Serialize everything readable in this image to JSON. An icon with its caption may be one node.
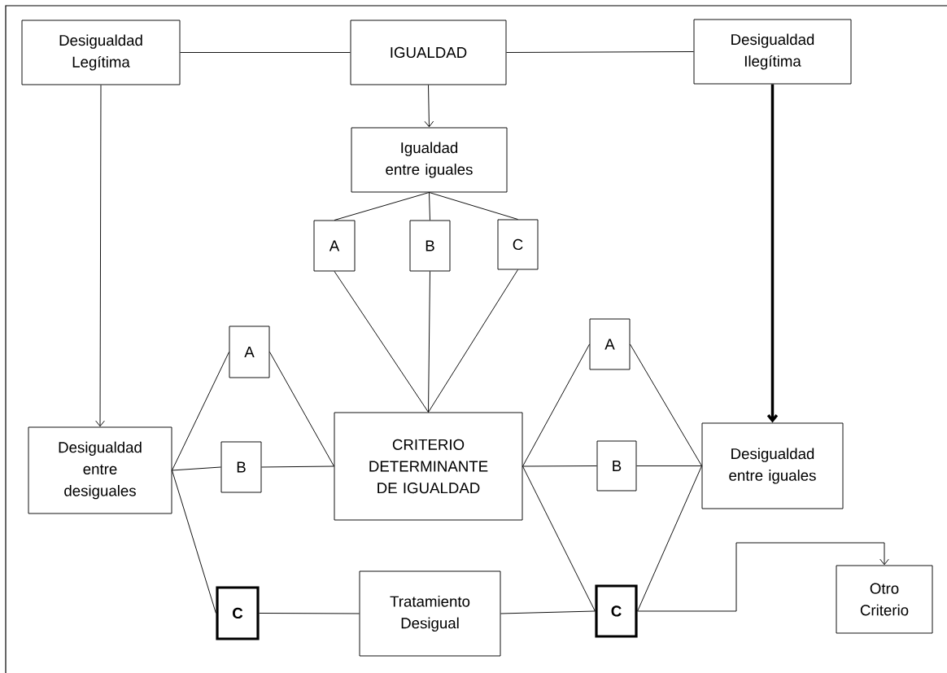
{
  "diagram": {
    "nodes": [
      {
        "text": [
          "Desigualdad Legítima"
        ]
      },
      {
        "text": [
          "IGUALDAD"
        ]
      },
      {
        "text": [
          "Desigualdad Ilegítima"
        ]
      },
      {
        "text": [
          "Igualdad entre iguales"
        ]
      },
      {
        "text": [
          "A"
        ]
      },
      {
        "text": [
          "B"
        ]
      },
      {
        "text": [
          "C"
        ]
      },
      {
        "text": [
          "A"
        ]
      },
      {
        "text": [
          "A"
        ]
      },
      {
        "text": [
          "Desigualdad entre desiguales"
        ]
      },
      {
        "text": [
          "B"
        ]
      },
      {
        "text": [
          "CRITERIO DETERMINANTE DE IGUALDAD"
        ]
      },
      {
        "text": [
          "B"
        ]
      },
      {
        "text": [
          "Desigualdad entre iguales"
        ]
      },
      {
        "text": [
          "Tratamiento Desigual"
        ]
      },
      {
        "text": [
          "C"
        ]
      },
      {
        "text": [
          "C"
        ]
      },
      {
        "text": [
          "Otro Criterio"
        ]
      }
    ],
    "edges": [
      {
        "from": 0,
        "to": 1,
        "arrow": "none"
      },
      {
        "from": 1,
        "to": 2,
        "arrow": "none"
      },
      {
        "from": 1,
        "to": 3,
        "arrow": "to"
      },
      {
        "from": 0,
        "to": 9,
        "arrow": "to"
      },
      {
        "from": 2,
        "to": 13,
        "arrow": "to",
        "style": "thick"
      },
      {
        "from": 3,
        "to": 4,
        "arrow": "none"
      },
      {
        "from": 3,
        "to": 5,
        "arrow": "none"
      },
      {
        "from": 3,
        "to": 6,
        "arrow": "none"
      },
      {
        "from": 4,
        "to": 11,
        "arrow": "none"
      },
      {
        "from": 5,
        "to": 11,
        "arrow": "none"
      },
      {
        "from": 6,
        "to": 11,
        "arrow": "none"
      },
      {
        "from": 9,
        "to": 7,
        "arrow": "none"
      },
      {
        "from": 9,
        "to": 10,
        "arrow": "none"
      },
      {
        "from": 9,
        "to": 15,
        "arrow": "none"
      },
      {
        "from": 7,
        "to": 11,
        "arrow": "none"
      },
      {
        "from": 10,
        "to": 11,
        "arrow": "none"
      },
      {
        "from": 11,
        "to": 8,
        "arrow": "none"
      },
      {
        "from": 11,
        "to": 12,
        "arrow": "none"
      },
      {
        "from": 11,
        "to": 16,
        "arrow": "none"
      },
      {
        "from": 8,
        "to": 13,
        "arrow": "none"
      },
      {
        "from": 12,
        "to": 13,
        "arrow": "none"
      },
      {
        "from": 16,
        "to": 13,
        "arrow": "none"
      },
      {
        "from": 15,
        "to": 14,
        "arrow": "none"
      },
      {
        "from": 14,
        "to": 16,
        "arrow": "none"
      },
      {
        "from": 16,
        "to": 17,
        "arrow": "to"
      }
    ]
  }
}
